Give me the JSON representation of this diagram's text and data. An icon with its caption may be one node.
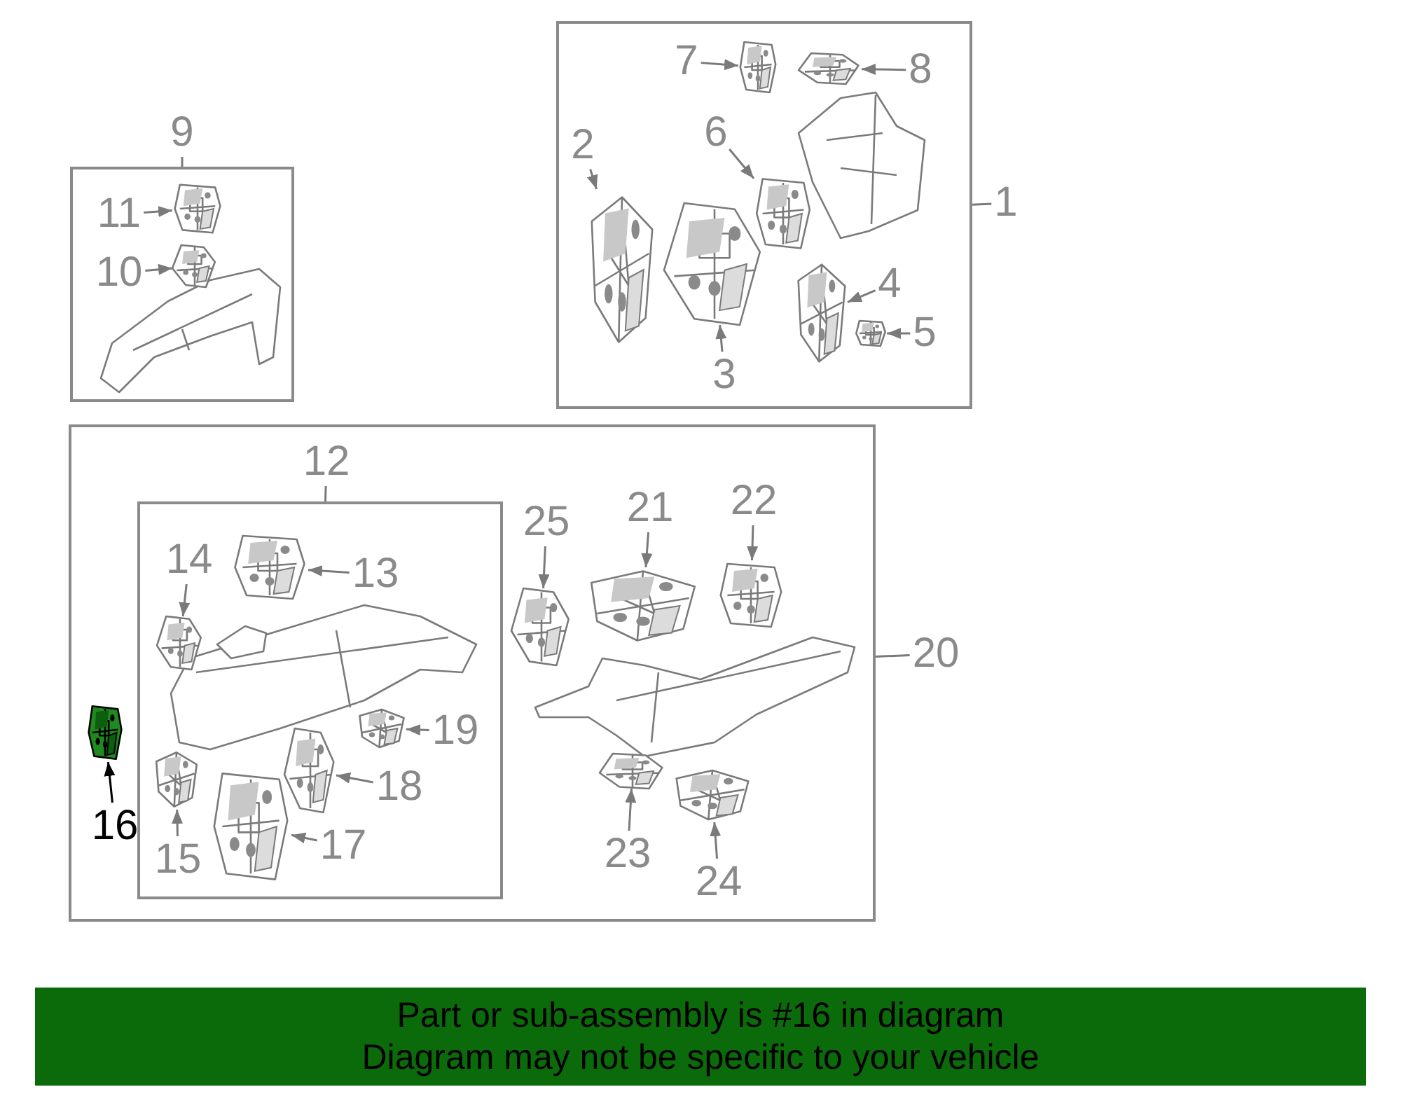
{
  "diagram": {
    "nodes": [
      {
        "text": [],
        "shape": "box"
      },
      {
        "text": [
          "9"
        ]
      },
      {
        "text": [
          "11"
        ],
        "in": 0
      },
      {
        "text": [],
        "shape": "picture",
        "in": 0
      },
      {
        "text": [
          "10"
        ],
        "in": 0
      },
      {
        "text": [],
        "shape": "picture",
        "in": 0
      },
      {
        "text": [],
        "shape": "box"
      },
      {
        "text": [
          "1"
        ]
      },
      {
        "text": [
          "7"
        ],
        "in": 6
      },
      {
        "text": [],
        "shape": "picture",
        "in": 6
      },
      {
        "text": [
          "8"
        ],
        "in": 6
      },
      {
        "text": [],
        "shape": "picture",
        "in": 6
      },
      {
        "text": [
          "2"
        ],
        "in": 6
      },
      {
        "text": [],
        "shape": "picture",
        "in": 6
      },
      {
        "text": [
          "6"
        ],
        "in": 6
      },
      {
        "text": [],
        "shape": "picture",
        "in": 6
      },
      {
        "text": [
          "3"
        ],
        "in": 6
      },
      {
        "text": [],
        "shape": "picture",
        "in": 6
      },
      {
        "text": [
          "4"
        ],
        "in": 6
      },
      {
        "text": [],
        "shape": "picture",
        "in": 6
      },
      {
        "text": [
          "5"
        ],
        "in": 6
      },
      {
        "text": [],
        "shape": "picture",
        "in": 6
      },
      {
        "text": [],
        "shape": "box"
      },
      {
        "text": [
          "20"
        ]
      },
      {
        "text": [],
        "shape": "box",
        "in": 22
      },
      {
        "text": [
          "12"
        ],
        "in": 22
      },
      {
        "text": [
          "13"
        ],
        "in": 24
      },
      {
        "text": [],
        "shape": "picture",
        "in": 24
      },
      {
        "text": [
          "14"
        ],
        "in": 24
      },
      {
        "text": [],
        "shape": "picture",
        "in": 24
      },
      {
        "text": [
          "15"
        ],
        "in": 24
      },
      {
        "text": [],
        "shape": "picture",
        "in": 24
      },
      {
        "text": [
          "17"
        ],
        "in": 24
      },
      {
        "text": [],
        "shape": "picture",
        "in": 24
      },
      {
        "text": [
          "18"
        ],
        "in": 24
      },
      {
        "text": [],
        "shape": "picture",
        "in": 24
      },
      {
        "text": [
          "19"
        ],
        "in": 24
      },
      {
        "text": [],
        "shape": "picture",
        "in": 24
      },
      {
        "text": [
          "16"
        ],
        "in": 22
      },
      {
        "text": [],
        "shape": "picture",
        "in": 22
      },
      {
        "text": [
          "25"
        ],
        "in": 22
      },
      {
        "text": [],
        "shape": "picture",
        "in": 22
      },
      {
        "text": [
          "21"
        ],
        "in": 22
      },
      {
        "text": [],
        "shape": "picture",
        "in": 22
      },
      {
        "text": [
          "22"
        ],
        "in": 22
      },
      {
        "text": [],
        "shape": "picture",
        "in": 22
      },
      {
        "text": [
          "23"
        ],
        "in": 22
      },
      {
        "text": [],
        "shape": "picture",
        "in": 22
      },
      {
        "text": [
          "24"
        ],
        "in": 22
      },
      {
        "text": [],
        "shape": "picture",
        "in": 22
      },
      {
        "text": [
          "Part or sub-assembly is #16 in diagram",
          "Diagram may not be specific to your vehicle"
        ]
      }
    ],
    "edges": [
      {
        "from": 1,
        "to": 0,
        "arrow": "none"
      },
      {
        "from": 2,
        "to": 3,
        "arrow": "to"
      },
      {
        "from": 4,
        "to": 5,
        "arrow": "to"
      },
      {
        "from": 7,
        "to": 6,
        "arrow": "none"
      },
      {
        "from": 8,
        "to": 9,
        "arrow": "to"
      },
      {
        "from": 10,
        "to": 11,
        "arrow": "to"
      },
      {
        "from": 12,
        "to": 13,
        "arrow": "to"
      },
      {
        "from": 14,
        "to": 15,
        "arrow": "to"
      },
      {
        "from": 16,
        "to": 17,
        "arrow": "to"
      },
      {
        "from": 18,
        "to": 19,
        "arrow": "to"
      },
      {
        "from": 20,
        "to": 21,
        "arrow": "to"
      },
      {
        "from": 23,
        "to": 22,
        "arrow": "none"
      },
      {
        "from": 25,
        "to": 24,
        "arrow": "none"
      },
      {
        "from": 26,
        "to": 27,
        "arrow": "to"
      },
      {
        "from": 28,
        "to": 29,
        "arrow": "to"
      },
      {
        "from": 30,
        "to": 31,
        "arrow": "to"
      },
      {
        "from": 32,
        "to": 33,
        "arrow": "to"
      },
      {
        "from": 34,
        "to": 35,
        "arrow": "to"
      },
      {
        "from": 36,
        "to": 37,
        "arrow": "to"
      },
      {
        "from": 38,
        "to": 39,
        "arrow": "to",
        "color": "#000000"
      },
      {
        "from": 40,
        "to": 41,
        "arrow": "to"
      },
      {
        "from": 42,
        "to": 43,
        "arrow": "to"
      },
      {
        "from": 44,
        "to": 45,
        "arrow": "to"
      },
      {
        "from": 46,
        "to": 47,
        "arrow": "to"
      },
      {
        "from": 48,
        "to": 49,
        "arrow": "to"
      }
    ]
  }
}
